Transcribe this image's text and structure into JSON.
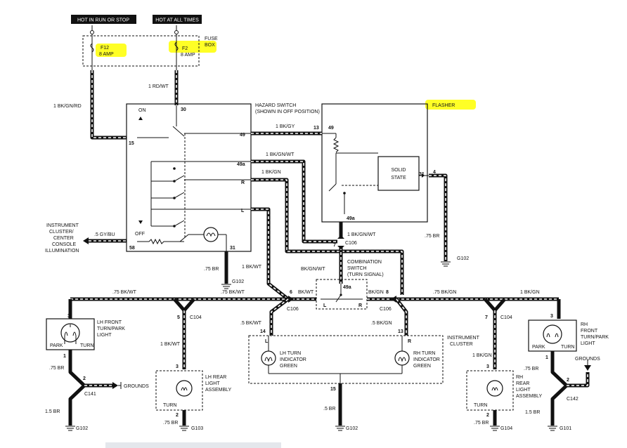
{
  "colors": {
    "highlight": "#ffff00",
    "ink": "#111111",
    "header_bg": "#111111"
  },
  "headers": {
    "hot_run_stop": "HOT IN RUN OR STOP",
    "hot_all_times": "HOT AT ALL TIMES"
  },
  "fuse_box": {
    "label_line1": "FUSE",
    "label_line2": "BOX",
    "f12_name": "F12",
    "f12_rating": "8 AMP",
    "f2_name": "F2",
    "f2_rating": "8 AMP"
  },
  "hazard_switch": {
    "title_line1": "HAZARD SWITCH",
    "title_line2": "(SHOWN IN OFF POSITION)",
    "on": "ON",
    "off": "OFF",
    "pin_30": "30",
    "pin_49": "49",
    "pin_49a": "49a",
    "pin_r": "R",
    "pin_l": "L",
    "pin_15": "15",
    "pin_58": "58",
    "pin_31": "31"
  },
  "flasher": {
    "title": "FLASHER",
    "solid_state_1": "SOLID",
    "solid_state_2": "STATE",
    "pin_49": "49",
    "pin_49a": "49a",
    "pin_31": "31",
    "pin_4": "4",
    "pin_13": "13"
  },
  "wires": {
    "rd_wt": "1 RD/WT",
    "bk_gn_rd": "1 BK/GN/RD",
    "bk_gy": "1 BK/GY",
    "bk_gn_wt_top": "1 BK/GN/WT",
    "bk_gn_top": "1 BK/GN",
    "bk_gn_wt_mid": "1 BK/GN/WT",
    "gy_bu": ".5 GY/BU",
    "br_flasher": ".75 BR",
    "br_hazard": ".75 BR",
    "bk_wt_1": "1 BK/WT",
    "bk_gn_wt_plain": "BK/GN/WT",
    "bk_wt_075_left": ".75 BK/WT",
    "bk_wt_075_mid": ".75 BK/WT",
    "bk_gn_075": ".75 BK/GN",
    "bk_gn_1_right": "1 BK/GN",
    "bk_wt_cs": "BK/WT",
    "bk_gn_cs": "BK/GN",
    "bk_wt_5": ".5 BK/WT",
    "bk_gn_5": ".5 BK/GN",
    "bk_wt_lhrear": "1 BK/WT",
    "bk_gn_rhrear": "1 BK/GN",
    "br_lhfront": ".75 BR",
    "br_lhfront_15": "1.5 BR",
    "br_rhfront": ".75 BR",
    "br_rhfront_15": "1.5 BR",
    "br_lhrear": ".75 BR",
    "br_rhrear": ".75 BR",
    "br_cluster": ".5 BR"
  },
  "instrument_illum": {
    "line1": "INSTRUMENT",
    "line2": "CLUSTER/",
    "line3": "CENTER",
    "line4": "CONSOLE",
    "line5": "ILLUMINATION"
  },
  "connectors": {
    "c106_top": "C106",
    "c106_left": "C106",
    "c106_right": "C106",
    "c104_left": "C104",
    "c104_right": "C104",
    "c141": "C141",
    "c142": "C142"
  },
  "grounds": {
    "g102_flasher": "G102",
    "g102_hazard": "G102",
    "g102_lhfront": "G102",
    "g103": "G103",
    "g102_cluster": "G102",
    "g104": "G104",
    "g101": "G101",
    "grounds_left": "GROUNDS",
    "grounds_right": "GROUNDS"
  },
  "combination_switch": {
    "line1": "COMBINATION",
    "line2": "SWITCH",
    "line3": "(TURN SIGNAL)",
    "pin_49a": "49a",
    "pin_l": "L",
    "pin_r": "R",
    "pin_6": "6",
    "pin_7": "7",
    "pin_8": "8"
  },
  "lh_front": {
    "line1": "LH FRONT",
    "line2": "TURN/PARK",
    "line3": "LIGHT",
    "park": "PARK",
    "turn": "TURN",
    "pin_3": "3",
    "pin_1": "1",
    "pin_2": "2"
  },
  "rh_front": {
    "line1": "RH",
    "line2": "FRONT",
    "line3": "TURN/PARK",
    "line4": "LIGHT",
    "park": "PARK",
    "turn": "TURN",
    "pin_3": "3",
    "pin_1": "1",
    "pin_2": "2"
  },
  "lh_rear": {
    "line1": "LH REAR",
    "line2": "LIGHT",
    "line3": "ASSEMBLY",
    "turn": "TURN",
    "pin_3": "3",
    "pin_2": "2",
    "pin_5": "5"
  },
  "rh_rear": {
    "line1": "RH",
    "line2": "REAR",
    "line3": "LIGHT",
    "line4": "ASSEMBLY",
    "turn": "TURN",
    "pin_3": "3",
    "pin_2": "2",
    "pin_7": "7"
  },
  "instrument_cluster": {
    "line1": "INSTRUMENT",
    "line2": "CLUSTER",
    "lh_ind_1": "LH TURN",
    "lh_ind_2": "INDICATOR",
    "lh_ind_3": "GREEN",
    "rh_ind_1": "RH TURN",
    "rh_ind_2": "INDICATOR",
    "rh_ind_3": "GREEN",
    "pin_14": "14",
    "pin_13": "13",
    "pin_15": "15",
    "pin_l": "L",
    "pin_r": "R"
  }
}
